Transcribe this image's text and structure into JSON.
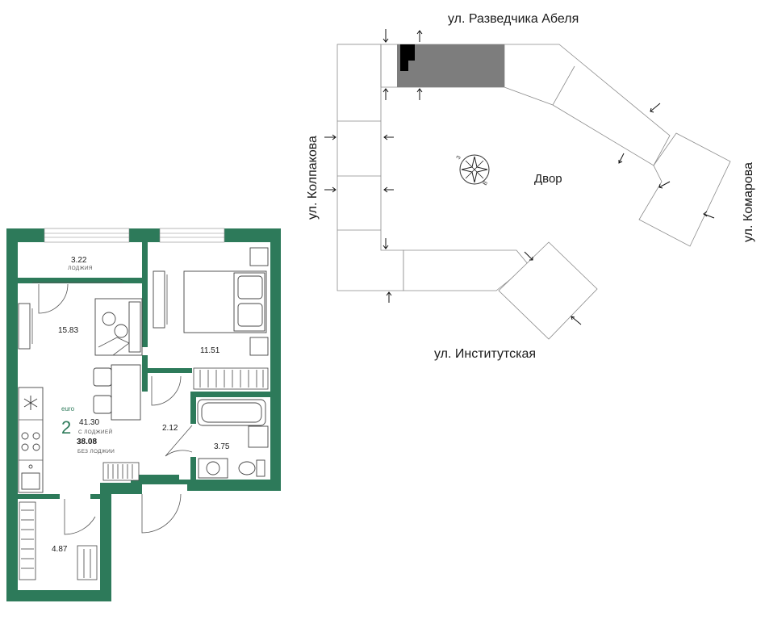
{
  "site_plan": {
    "streets": {
      "top": "ул. Разведчика Абеля",
      "left": "ул. Колпакова",
      "right": "ул. Комарова",
      "bottom": "ул. Институтская"
    },
    "courtyard": "Двор",
    "compass_letters": [
      "З",
      "В"
    ]
  },
  "apartment": {
    "type_label": "euro",
    "rooms": "2",
    "area_with_loggia": "41.30",
    "with_loggia_label": "С ЛОДЖИЕЙ",
    "area_without_loggia": "38.08",
    "without_loggia_label": "БЕЗ ЛОДЖИИ",
    "room_areas": {
      "loggia": "3.22",
      "loggia_label": "ЛОДЖИЯ",
      "living": "15.83",
      "bedroom": "11.51",
      "corridor": "2.12",
      "bathroom": "3.75",
      "hall": "4.87"
    },
    "wall_color": "#2d7a5a",
    "highlight_color": "#7d7d7d",
    "highlight_dark_color": "#000000"
  }
}
